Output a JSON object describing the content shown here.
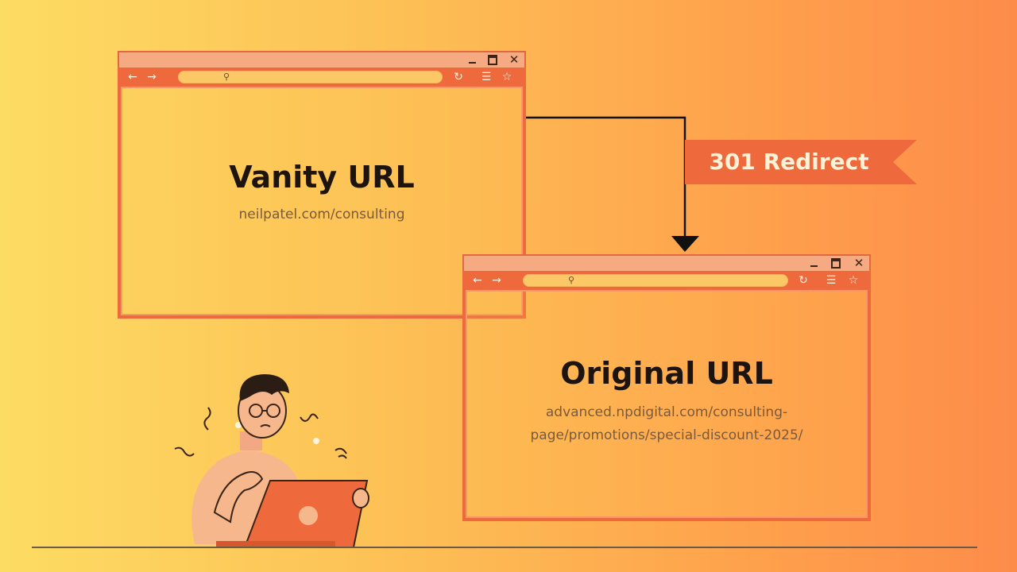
{
  "vanity_window": {
    "heading": "Vanity URL",
    "url_text": "neilpatel.com/consulting"
  },
  "original_window": {
    "heading": "Original URL",
    "url_line1": "advanced.npdigital.com/consulting-",
    "url_line2": "page/promotions/special-discount-2025/"
  },
  "redirect_label": "301 Redirect",
  "icons": {
    "minimize": "minimize-icon",
    "maximize": "maximize-icon",
    "close": "close-icon",
    "back": "back-arrow-icon",
    "forward": "forward-arrow-icon",
    "search": "search-icon",
    "reload": "reload-icon",
    "menu": "menu-icon",
    "bookmark": "star-icon"
  },
  "colors": {
    "background_left": "#fddc63",
    "background_right": "#fd8c4a",
    "window_frame": "#ee6a3c",
    "title_bar": "#f5aa82",
    "url_bar": "#fcc766",
    "badge": "#ee6a3c",
    "arrow": "#111111"
  }
}
